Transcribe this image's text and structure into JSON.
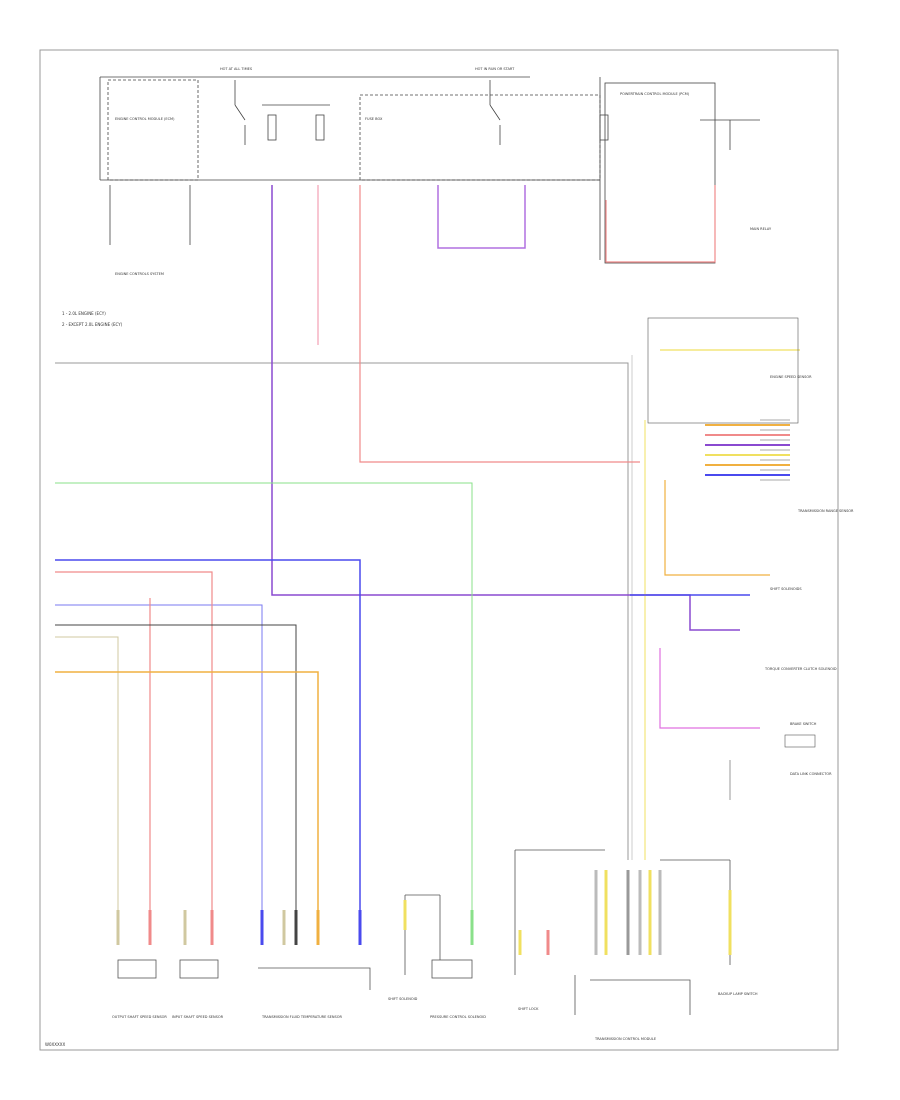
{
  "colors": {
    "red": "#f08a8a",
    "pink": "#f4a0b4",
    "violet": "#8a4ad0",
    "blue": "#4a4aee",
    "green": "#8ae08a",
    "yellow": "#f0e060",
    "orange": "#f0b040",
    "magenta": "#e070e0",
    "black": "#222222",
    "gray": "#bbbbbb",
    "tan": "#d0c8a0"
  },
  "footer_code": "W0XXXXX",
  "legends": [
    "1 - 2.0L ENGINE (ECY)",
    "2 - EXCEPT 2.0L ENGINE (ECY)"
  ],
  "top": {
    "fuse_box_left": "HOT AT ALL TIMES",
    "fuse_box_mid": "HOT IN RUN OR START",
    "module_left": "ENGINE CONTROL MODULE (ECM)",
    "module_mid": "FUSE BOX",
    "module_right": "POWERTRAIN CONTROL MODULE (PCM)",
    "ecm_label": "ENGINE CONTROLS SYSTEM",
    "relay_label": "MAIN RELAY"
  },
  "right_labels": {
    "pcm_box": "ENGINE SPEED SENSOR",
    "pressure_sensor": "TRANSMISSION RANGE SENSOR",
    "shift_solenoid": "SHIFT SOLENOIDS",
    "lockup": "TORQUE CONVERTER CLUTCH SOLENOID",
    "brake_switch": "BRAKE SWITCH",
    "dlc": "DATA LINK CONNECTOR"
  },
  "bottom_labels": {
    "c1": "OUTPUT SHAFT SPEED SENSOR",
    "c2": "INPUT SHAFT SPEED SENSOR",
    "c3": "TRANSMISSION FLUID TEMPERATURE SENSOR",
    "c4": "SHIFT SOLENOID",
    "c5": "PRESSURE CONTROL SOLENOID",
    "c6": "SHIFT LOCK",
    "c7": "TRANSMISSION CONTROL MODULE",
    "c8": "BACKUP LAMP SWITCH"
  }
}
